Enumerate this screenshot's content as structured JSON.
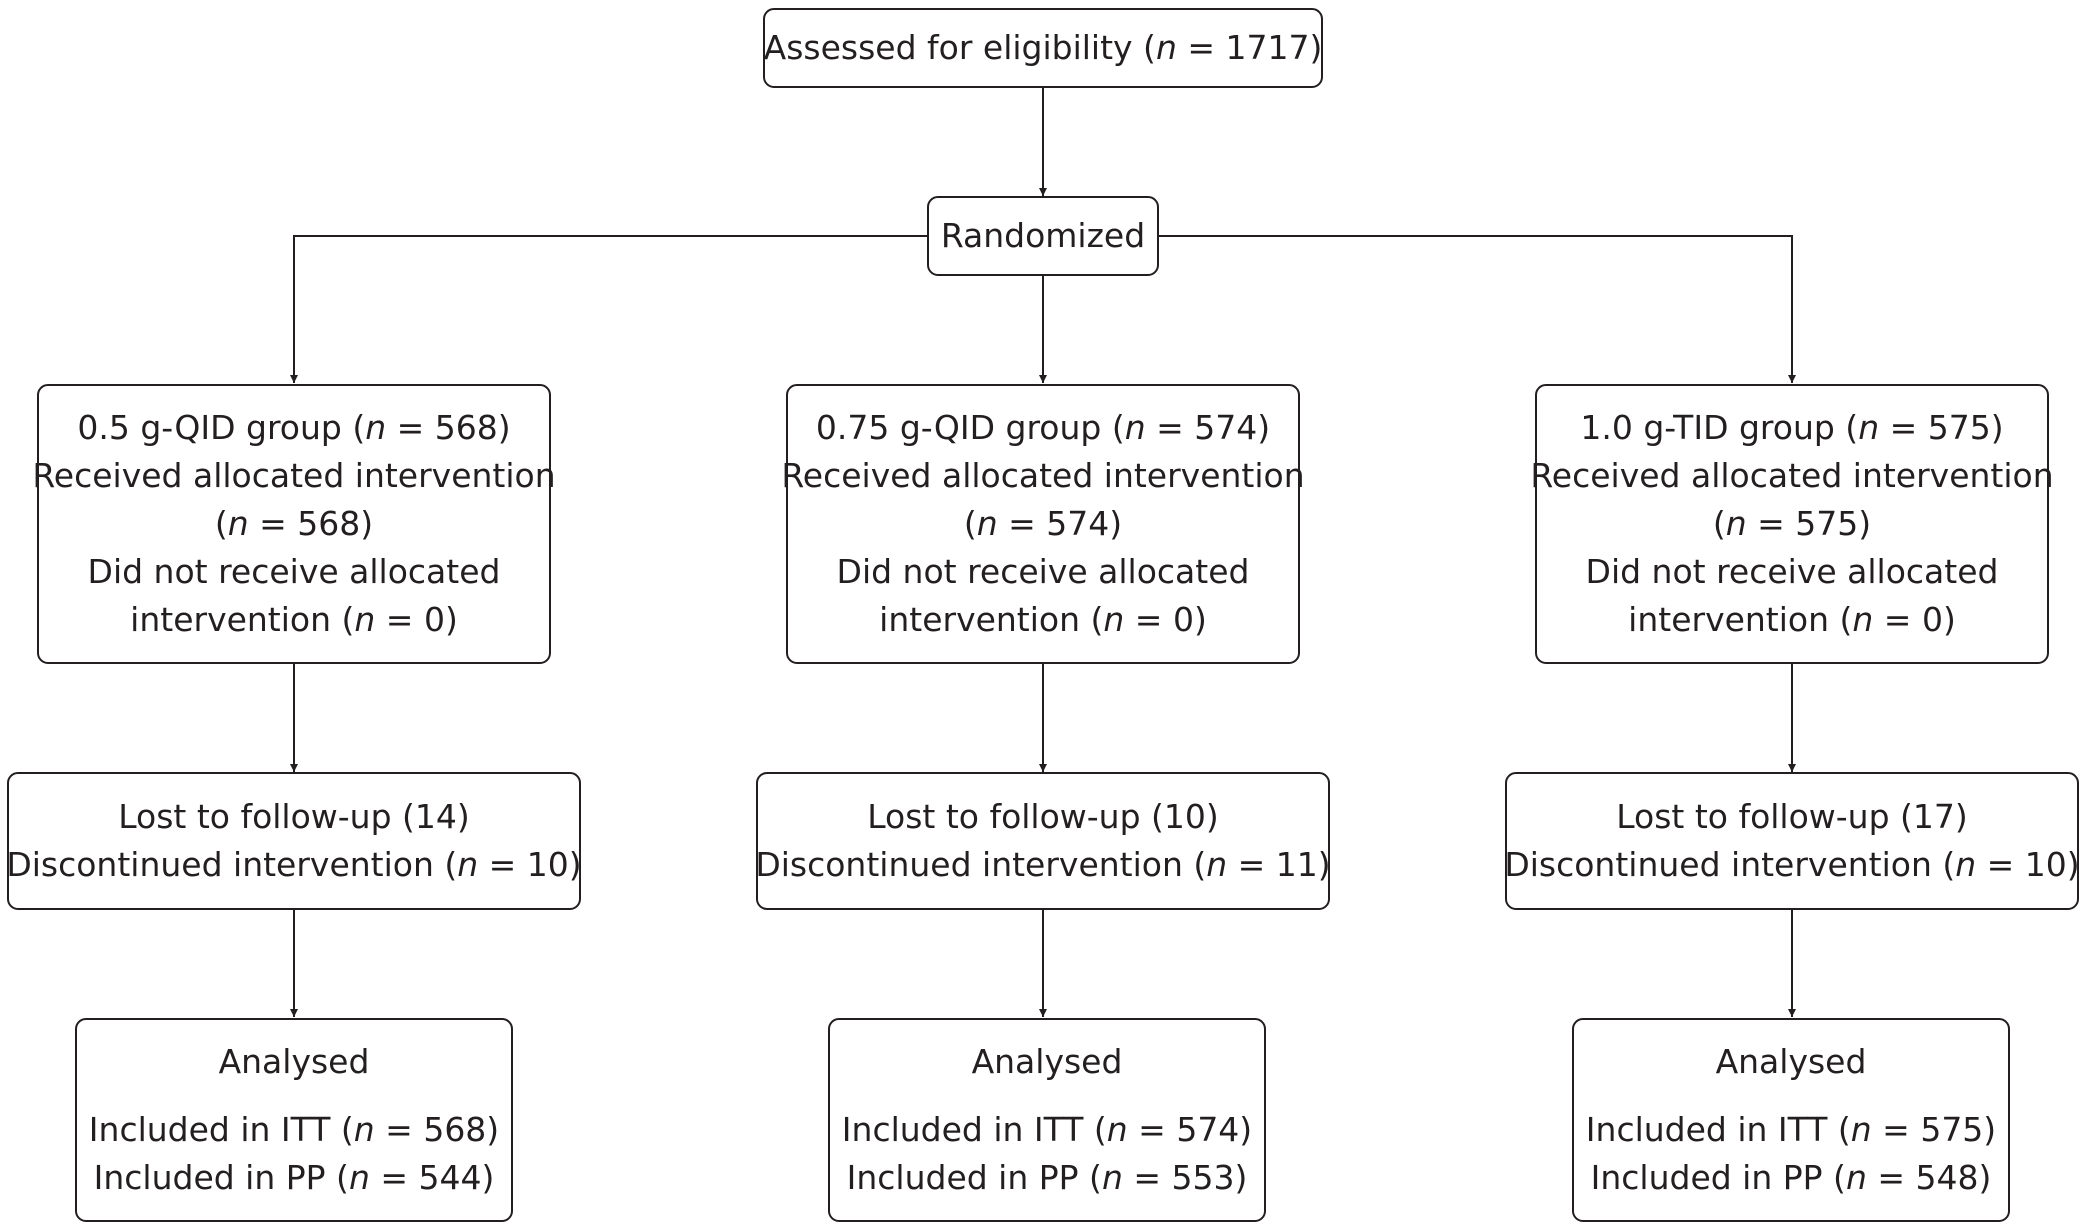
{
  "assessed": {
    "prefix": "Assessed for eligibility (",
    "n_label": "n",
    "suffix": " = 1717)"
  },
  "randomized": {
    "label": "Randomized"
  },
  "arms": [
    {
      "group": {
        "prefix": "0.5 g-QID group (",
        "n_label": "n",
        "suffix": " = 568)"
      },
      "received_label": "Received allocated intervention",
      "received": {
        "prefix": "(",
        "n_label": "n",
        "suffix": " = 568)"
      },
      "not_received_label": "Did not receive allocated",
      "not_received": {
        "prefix": "intervention (",
        "n_label": "n",
        "suffix": " = 0)"
      },
      "lost": "Lost to follow-up (14)",
      "discontinued": {
        "prefix": "Discontinued intervention (",
        "n_label": "n",
        "suffix": " = 10)"
      },
      "analysed_label": "Analysed",
      "itt": {
        "prefix": "Included in ITT (",
        "n_label": "n",
        "suffix": " = 568)"
      },
      "pp": {
        "prefix": "Included in PP (",
        "n_label": "n",
        "suffix": " = 544)"
      }
    },
    {
      "group": {
        "prefix": "0.75 g-QID group (",
        "n_label": "n",
        "suffix": " = 574)"
      },
      "received_label": "Received allocated intervention",
      "received": {
        "prefix": "(",
        "n_label": "n",
        "suffix": " = 574)"
      },
      "not_received_label": "Did not receive allocated",
      "not_received": {
        "prefix": "intervention (",
        "n_label": "n",
        "suffix": " = 0)"
      },
      "lost": "Lost to follow-up (10)",
      "discontinued": {
        "prefix": "Discontinued intervention (",
        "n_label": "n",
        "suffix": " = 11)"
      },
      "analysed_label": "Analysed",
      "itt": {
        "prefix": "Included in ITT (",
        "n_label": "n",
        "suffix": " = 574)"
      },
      "pp": {
        "prefix": "Included in PP (",
        "n_label": "n",
        "suffix": " = 553)"
      }
    },
    {
      "group": {
        "prefix": "1.0 g-TID group (",
        "n_label": "n",
        "suffix": " = 575)"
      },
      "received_label": "Received allocated intervention",
      "received": {
        "prefix": "(",
        "n_label": "n",
        "suffix": " = 575)"
      },
      "not_received_label": "Did not receive allocated",
      "not_received": {
        "prefix": "intervention (",
        "n_label": "n",
        "suffix": " = 0)"
      },
      "lost": "Lost to follow-up (17)",
      "discontinued": {
        "prefix": "Discontinued intervention (",
        "n_label": "n",
        "suffix": " = 10)"
      },
      "analysed_label": "Analysed",
      "itt": {
        "prefix": "Included in ITT (",
        "n_label": "n",
        "suffix": " = 575)"
      },
      "pp": {
        "prefix": "Included in PP (",
        "n_label": "n",
        "suffix": " = 548)"
      }
    }
  ],
  "colors": {
    "line": "#231f20",
    "text": "#231f20",
    "background": "#ffffff"
  }
}
